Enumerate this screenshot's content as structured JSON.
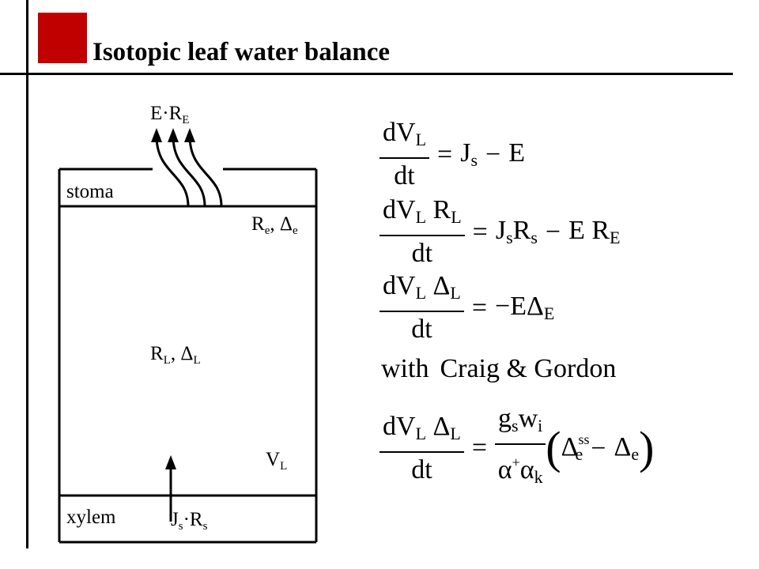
{
  "title": "Isotopic leaf water balance",
  "colors": {
    "accent": "#c00000",
    "line": "#000000"
  },
  "diagram": {
    "stoma_label": "stoma",
    "xylem_label": "xylem",
    "evap_symbol": {
      "a": "E",
      "dot": "·",
      "b": "R",
      "sub": "E"
    },
    "surface_symbol": {
      "a": "R",
      "a_sub": "e",
      "sep": ", ",
      "b": "Δ",
      "b_sub": "e"
    },
    "leaf_symbol": {
      "a": "R",
      "a_sub": "L",
      "sep": ", ",
      "b": "Δ",
      "b_sub": "L"
    },
    "volume_symbol": {
      "a": "V",
      "a_sub": "L"
    },
    "source_symbol": {
      "a": "J",
      "a_sub": "s",
      "dot": "·",
      "b": "R",
      "b_sub": "s"
    }
  },
  "equations": {
    "eq1": {
      "num": "dV",
      "num_sub": "L",
      "den": "dt",
      "eq": "=",
      "r1": "J",
      "r1_sub": "s",
      "minus": "−",
      "r2": "E"
    },
    "eq2": {
      "num": "dV",
      "num_sub": "L",
      "num_b": "R",
      "num_b_sub": "L",
      "den": "dt",
      "eq": "=",
      "r1": "J",
      "r1_sub": "s",
      "r1b": "R",
      "r1b_sub": "s",
      "minus": "−",
      "r2": "E R",
      "r2_sub": "E"
    },
    "eq3": {
      "num": "dV",
      "num_sub": "L",
      "num_b": "Δ",
      "num_b_sub": "L",
      "den": "dt",
      "eq": "=",
      "r": "−EΔ",
      "r_sub": "E"
    },
    "with_text": "with",
    "with_ref": "Craig & Gordon",
    "eq4": {
      "num": "dV",
      "num_sub": "L",
      "num_b": "Δ",
      "num_b_sub": "L",
      "den": "dt",
      "eq": "=",
      "fnum": "g",
      "fnum_sub": "s",
      "fnum_b": "w",
      "fnum_b_sub": "i",
      "fden": "α",
      "fden_sup": "+",
      "fden_b": "α",
      "fden_b_sub": "k",
      "lparen": "(",
      "p1": "Δ",
      "p1_sup": "ss",
      "p1_sub": "e",
      "minus": "−",
      "p2": "Δ",
      "p2_sub": "e",
      "rparen": ")"
    }
  }
}
